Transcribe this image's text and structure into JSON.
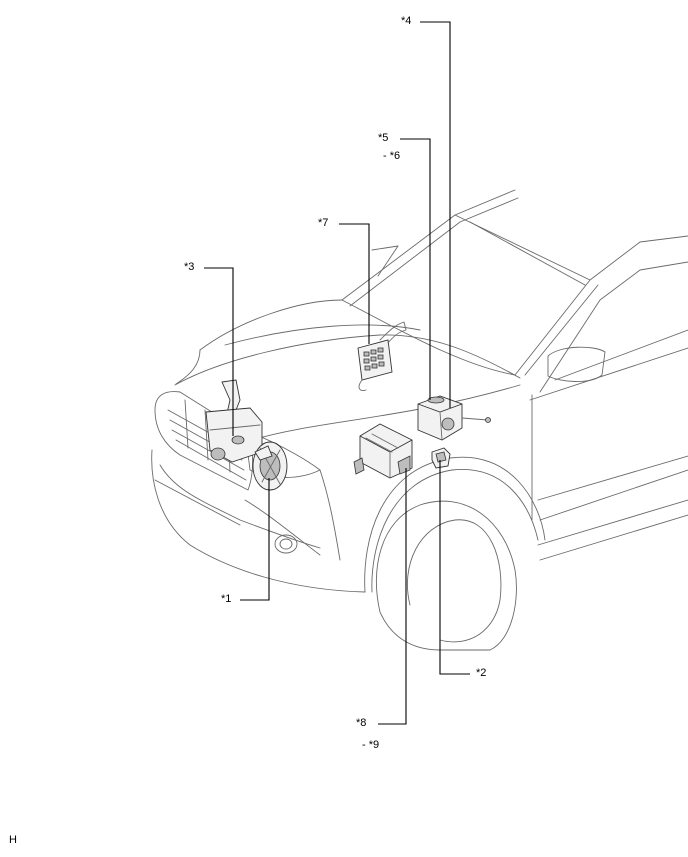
{
  "callouts": {
    "c1": "*1",
    "c2": "*2",
    "c3": "*3",
    "c4": "*4",
    "c5": "*5",
    "c6": "- *6",
    "c7": "*7",
    "c8": "*8",
    "c9": "- *9"
  },
  "corner_mark": "H"
}
